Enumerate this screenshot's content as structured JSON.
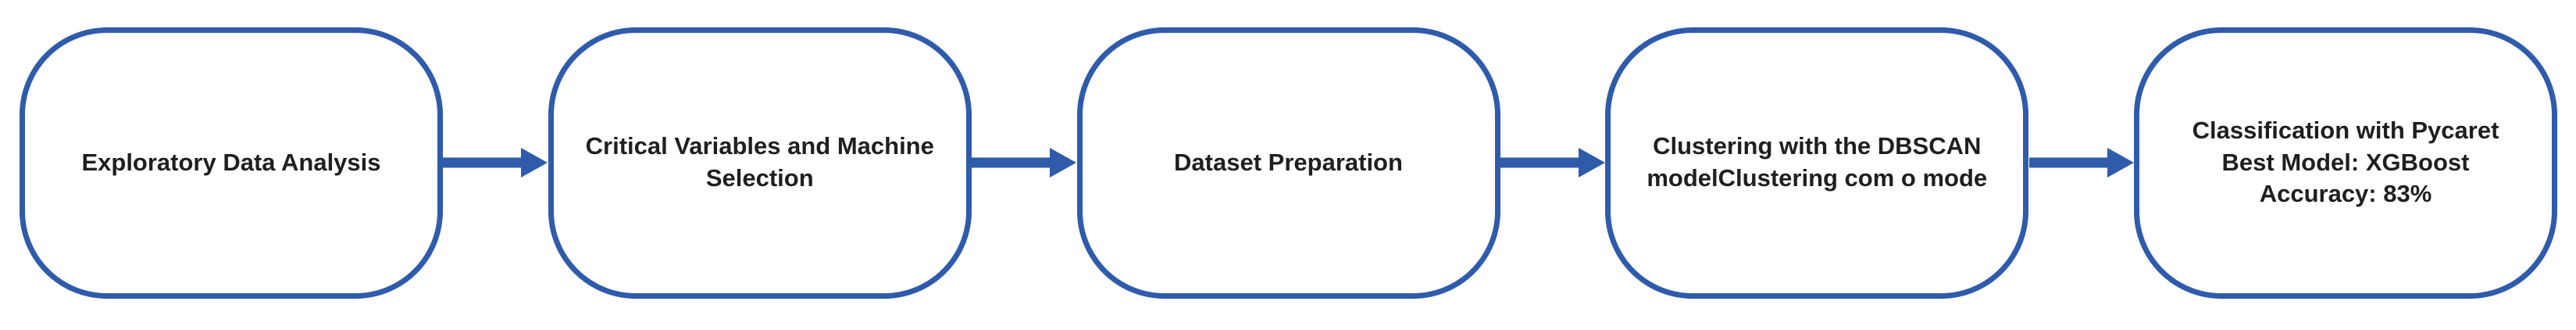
{
  "diagram": {
    "type": "flowchart",
    "direction": "left-to-right",
    "boxes": [
      {
        "lines": [
          "Exploratory Data Analysis"
        ]
      },
      {
        "lines": [
          "Critical Variables and Machine",
          "Selection"
        ]
      },
      {
        "lines": [
          "Dataset Preparation"
        ]
      },
      {
        "lines": [
          "Clustering with the DBSCAN",
          "modelClustering com o mode"
        ]
      },
      {
        "lines": [
          "Classification with Pycaret",
          "Best Model: XGBoost",
          "Accuracy: 83%"
        ]
      }
    ],
    "connectors": [
      {
        "from": 0,
        "to": 1,
        "style": "arrow-right"
      },
      {
        "from": 1,
        "to": 2,
        "style": "arrow-right"
      },
      {
        "from": 2,
        "to": 3,
        "style": "arrow-right"
      },
      {
        "from": 3,
        "to": 4,
        "style": "arrow-right"
      }
    ]
  },
  "colors": {
    "accent_blue": "#2F5BAB",
    "text": "#1F1F1F",
    "background": "#FFFFFF"
  }
}
